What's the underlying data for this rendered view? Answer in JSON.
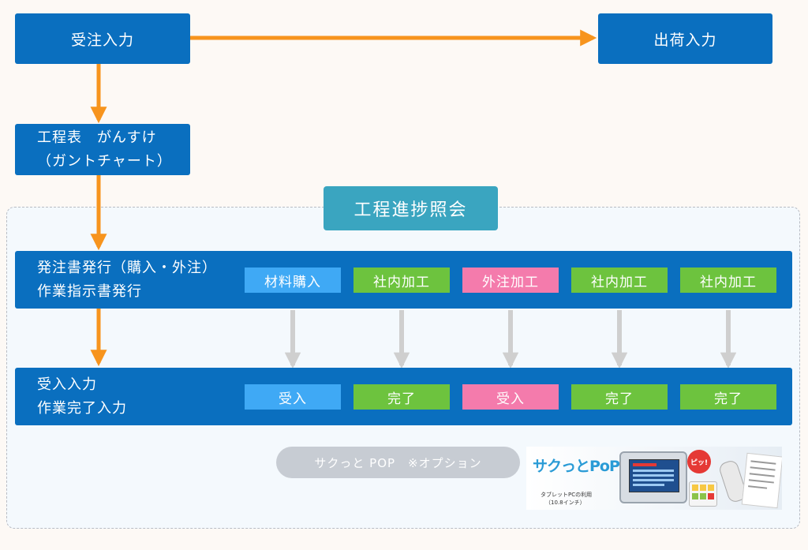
{
  "colors": {
    "primary_blue": "#0a6fbf",
    "accent_orange": "#f7941d",
    "arrow_gray": "#cfcfcf",
    "chip_sky": "#3fa9f5",
    "chip_green": "#6dc33e",
    "chip_pink": "#f47bac",
    "section_teal": "#3aa5c0"
  },
  "nodes": {
    "order_entry": "受注入力",
    "shipping_entry": "出荷入力",
    "schedule": {
      "line1": "工程表　がんすけ",
      "line2": "（ガントチャート）"
    },
    "progress_inquiry": "工程進捗照会",
    "issue": {
      "line1": "発注書発行（購入・外注）",
      "line2": "作業指示書発行"
    },
    "complete": {
      "line1": "受入入力",
      "line2": "作業完了入力"
    }
  },
  "process_chips": [
    {
      "label": "材料購入",
      "color": "#3fa9f5"
    },
    {
      "label": "社内加工",
      "color": "#6dc33e"
    },
    {
      "label": "外注加工",
      "color": "#f47bac"
    },
    {
      "label": "社内加工",
      "color": "#6dc33e"
    },
    {
      "label": "社内加工",
      "color": "#6dc33e"
    }
  ],
  "result_chips": [
    {
      "label": "受入",
      "color": "#3fa9f5"
    },
    {
      "label": "完了",
      "color": "#6dc33e"
    },
    {
      "label": "受入",
      "color": "#f47bac"
    },
    {
      "label": "完了",
      "color": "#6dc33e"
    },
    {
      "label": "完了",
      "color": "#6dc33e"
    }
  ],
  "option": {
    "pill_label": "サクっと POP　※オプション",
    "banner": {
      "logo_text": "サクっとPoP",
      "caption_line1": "タブレットPCの利用",
      "caption_line2": "（10.8インチ）",
      "badge": "ピッ!"
    }
  }
}
